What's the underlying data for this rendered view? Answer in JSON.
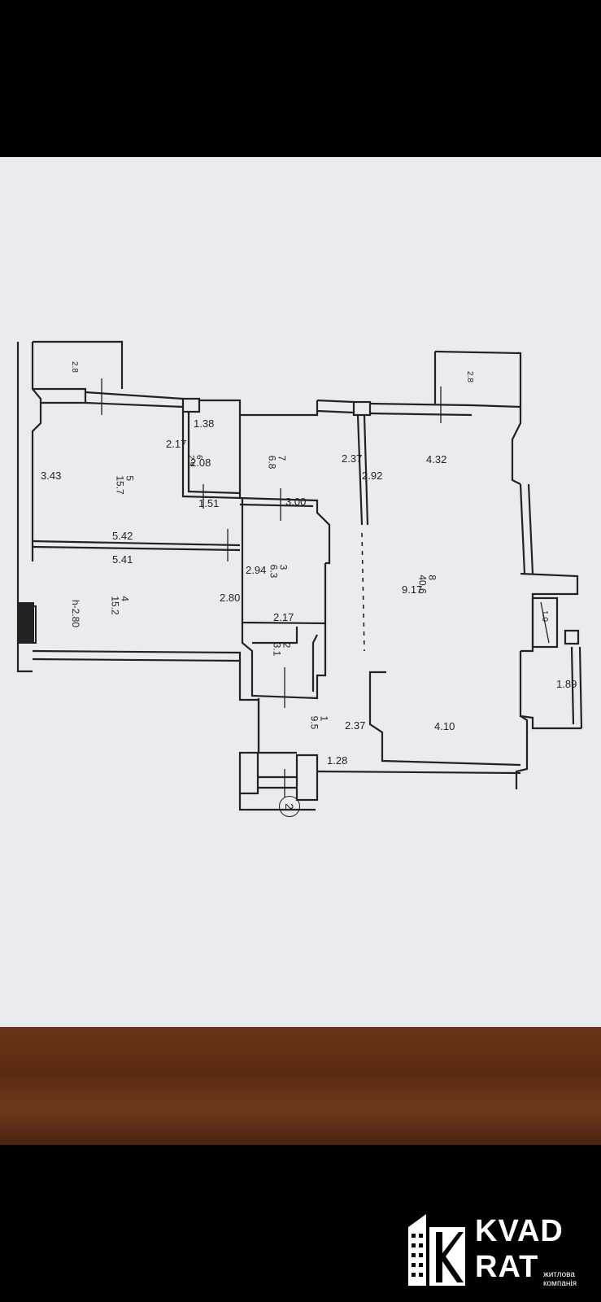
{
  "floorplan": {
    "dims": {
      "d1": "1.38",
      "d2": "2.17",
      "d3": "2.08",
      "d4": "1.51",
      "d5": "3.43",
      "d6": "5.42",
      "d7": "5.41",
      "d8": "2.94",
      "d9": "2.80",
      "d10": "2.17",
      "d11": "3.00",
      "d12": "2.37",
      "d13": "2.92",
      "d14": "4.32",
      "d15": "9.17",
      "d16": "4.10",
      "d17": "2.37",
      "d18": "1.28",
      "d19": "1.89"
    },
    "rooms": {
      "r1": "7\n6.8",
      "r2": "6\n2.9",
      "r3": "5\n15.7",
      "r4": "4\n15.2",
      "r5": "3\n6.3",
      "r6": "8\n40.6",
      "r7": "2\n3.1",
      "r8": "1\n9.5",
      "h": "h-2.80",
      "balc1": "2.8",
      "balc2": "2.8",
      "balc3": "1.0"
    },
    "marker": "2"
  },
  "logo": {
    "line1": "KVAD",
    "line2": "RAT",
    "tagline1": "житлова",
    "tagline2": "компанія"
  }
}
